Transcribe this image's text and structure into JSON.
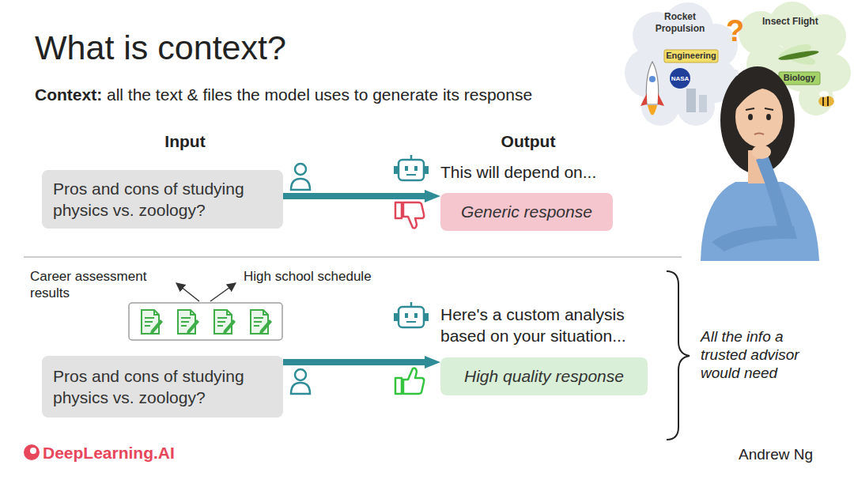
{
  "diagram": {
    "title": "What is context?",
    "nodes": [
      {
        "text": [
          "Pros and cons of studying physics vs. zoology?"
        ]
      },
      {
        "text": [
          "Generic response"
        ]
      },
      {
        "text": [
          "Pros and cons of studying physics vs. zoology?"
        ]
      },
      {
        "text": [
          "High quality response"
        ]
      }
    ],
    "edges": [
      {
        "from": 0,
        "to": 1,
        "arrow": "to"
      },
      {
        "from": 2,
        "to": 3,
        "arrow": "to"
      }
    ],
    "labels": [
      "Context:",
      "all the text & files the model uses to generate its response",
      "Input",
      "Output",
      "This will depend on...",
      "Career assessment results",
      "High school schedule",
      "Here's a custom analysis based on your situation...",
      "All the info a trusted advisor would need",
      "Rocket Propulsion",
      "Engineering",
      "NASA",
      "Insect Flight",
      "Biology",
      "?",
      "DeepLearning.AI",
      "Andrew Ng"
    ]
  }
}
